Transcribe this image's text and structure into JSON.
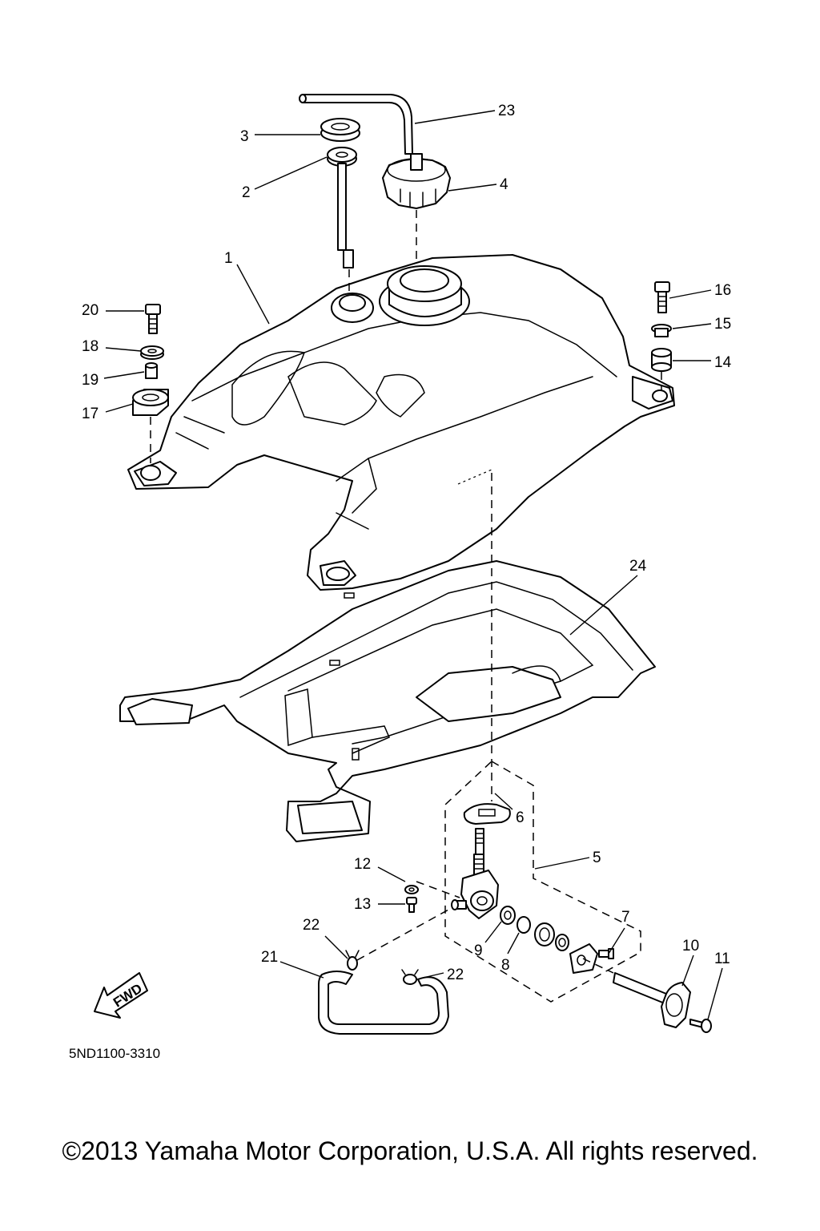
{
  "diagram": {
    "drawing_code": "5ND1100-3310",
    "fwd_label": "FWD",
    "callouts": {
      "c1": "1",
      "c2": "2",
      "c3": "3",
      "c4": "4",
      "c5": "5",
      "c6": "6",
      "c7": "7",
      "c8": "8",
      "c9": "9",
      "c10": "10",
      "c11": "11",
      "c12": "12",
      "c13": "13",
      "c14": "14",
      "c15": "15",
      "c16": "16",
      "c17": "17",
      "c18": "18",
      "c19": "19",
      "c20": "20",
      "c21": "21",
      "c22a": "22",
      "c22b": "22",
      "c23": "23",
      "c24": "24"
    }
  },
  "footer": {
    "copyright": "©2013 Yamaha Motor Corporation, U.S.A. All rights reserved."
  }
}
